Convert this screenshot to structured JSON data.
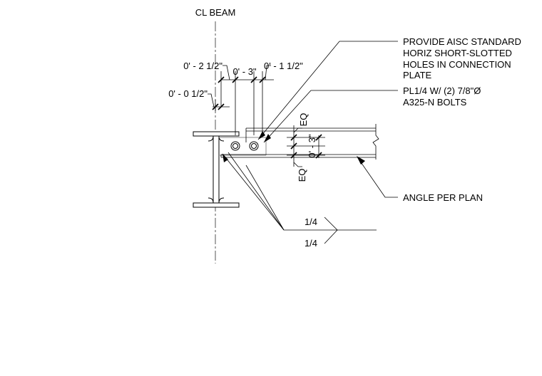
{
  "centerline_label": "CL BEAM",
  "dimensions": {
    "d1": "0' - 2 1/2\"",
    "d2": "0' - 3\"",
    "d3": "0' - 1 1/2\"",
    "d4": "0' - 0 1/2\"",
    "d5": "0' - 3\""
  },
  "eq_labels": [
    "EQ",
    "EQ"
  ],
  "callouts": {
    "slotted_holes": [
      "PROVIDE AISC STANDARD",
      "HORIZ SHORT-SLOTTED",
      "HOLES IN CONNECTION",
      "PLATE"
    ],
    "plate_bolts": [
      "PL1/4 W/ (2) 7/8\"Ø",
      "A325-N BOLTS"
    ],
    "angle": "ANGLE PER PLAN"
  },
  "weld": {
    "size_top": "1/4",
    "size_bottom": "1/4"
  }
}
